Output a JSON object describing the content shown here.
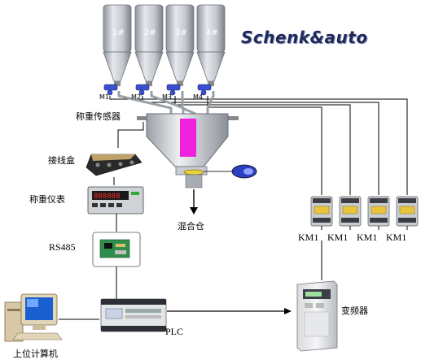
{
  "brand": {
    "logo_text": "Schenk&auto"
  },
  "silos": [
    {
      "label": "1#",
      "motor": "M1"
    },
    {
      "label": "2#",
      "motor": "M2"
    },
    {
      "label": "3#",
      "motor": "M3"
    },
    {
      "label": "4#",
      "motor": "M4"
    }
  ],
  "labels": {
    "weigh_sensor": "称重传感器",
    "junction_box": "接线盒",
    "weigh_instrument": "称重仪表",
    "rs485": "RS485",
    "mixing_bin": "混合仓",
    "host_computer": "上位计算机",
    "plc": "PLC",
    "inverter": "变频器"
  },
  "contactors": [
    "KM1",
    "KM1",
    "KM1",
    "KM1"
  ],
  "colors": {
    "silo": "#b7bcc4",
    "silo_label": "#ffffff",
    "motor": "#3b4fd0",
    "mix_fill": "#ee22dd",
    "line": "#000000",
    "logo": "#1e2a5a"
  },
  "icons": [
    "silo-icon",
    "motor-icon",
    "load-cell-icon",
    "junction-box-icon",
    "weighing-indicator-icon",
    "rs485-module-icon",
    "computer-icon",
    "plc-icon",
    "contactor-icon",
    "inverter-icon"
  ]
}
